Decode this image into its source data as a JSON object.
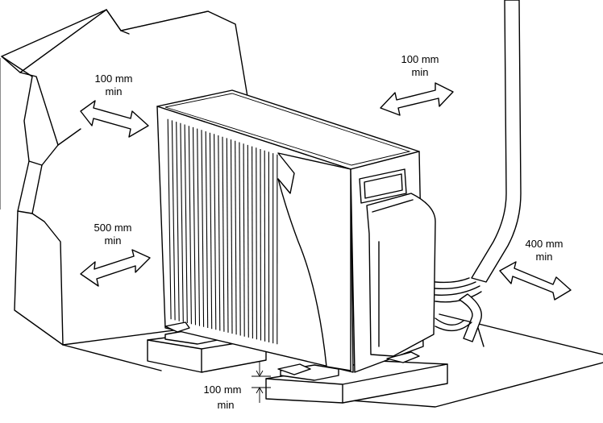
{
  "clearances": [
    {
      "id": "left-rear",
      "line1": "100 mm",
      "line2": "min"
    },
    {
      "id": "back",
      "line1": "100 mm",
      "line2": "min"
    },
    {
      "id": "left-front",
      "line1": "500 mm",
      "line2": "min"
    },
    {
      "id": "right",
      "line1": "400 mm",
      "line2": "min"
    },
    {
      "id": "bottom",
      "line1": "100 mm",
      "line2": "min"
    }
  ]
}
